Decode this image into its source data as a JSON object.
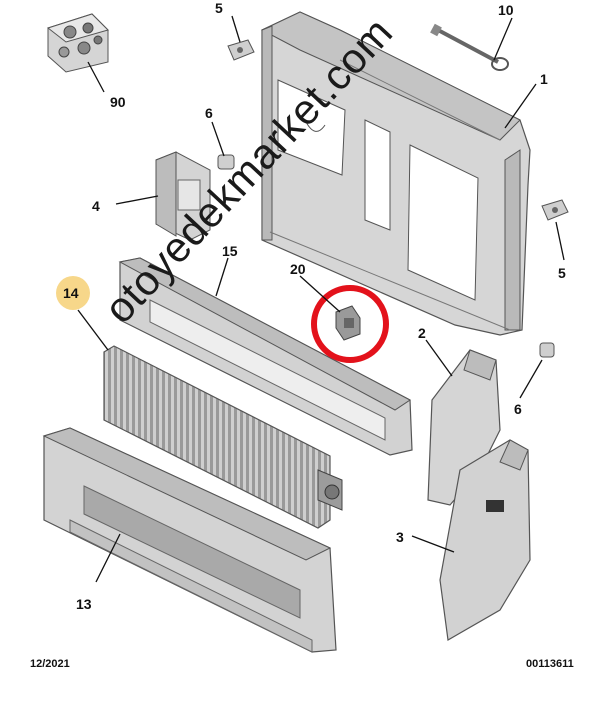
{
  "callouts": {
    "c1": "1",
    "c2": "2",
    "c3": "3",
    "c4": "4",
    "c5a": "5",
    "c5b": "5",
    "c6a": "6",
    "c6b": "6",
    "c10": "10",
    "c13": "13",
    "c14": "14",
    "c15": "15",
    "c20": "20",
    "c90": "90"
  },
  "footer": {
    "date": "12/2021",
    "code": "00113611"
  },
  "watermark": "otoyedekmarket.com",
  "colors": {
    "part_fill": "#d9d9d9",
    "part_dark": "#9e9e9e",
    "outline": "#555555",
    "highlight_circle": "#e3121b",
    "highlight_badge": "#f7d78a"
  }
}
